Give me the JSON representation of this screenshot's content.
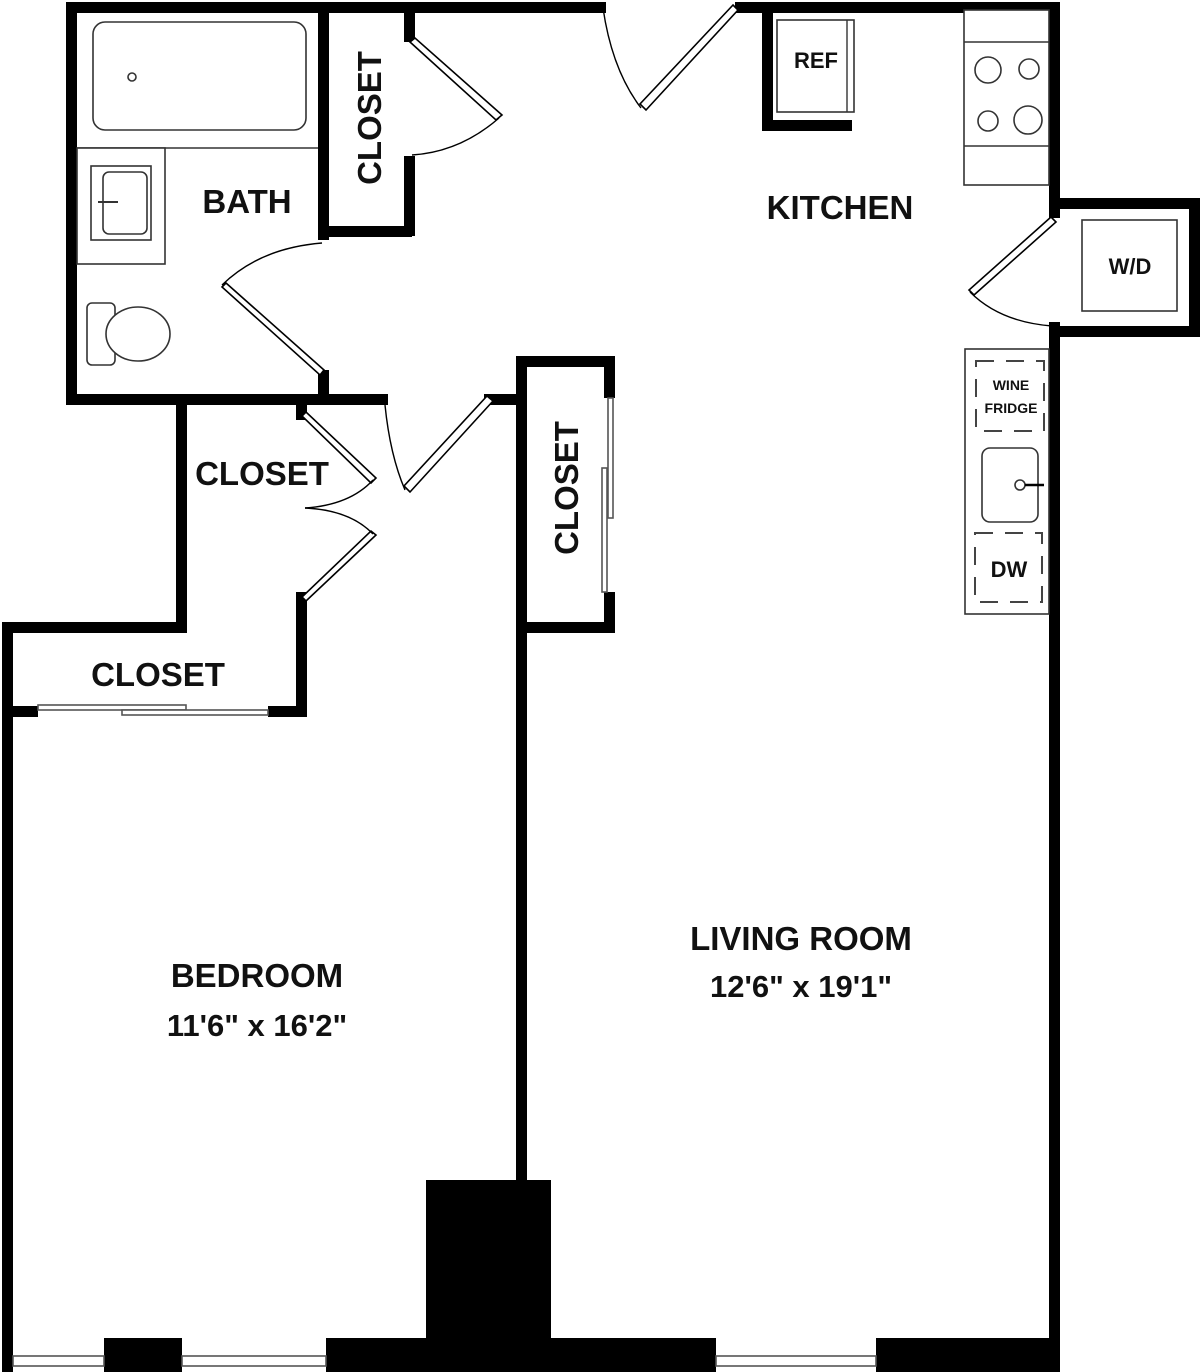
{
  "floor_plan": {
    "rooms": [
      {
        "id": "bath",
        "label": "BATH"
      },
      {
        "id": "kitchen",
        "label": "KITCHEN"
      },
      {
        "id": "bedroom",
        "label": "BEDROOM",
        "dimensions": "11'6\" x 16'2\""
      },
      {
        "id": "living-room",
        "label": "LIVING ROOM",
        "dimensions": "12'6\" x 19'1\""
      }
    ],
    "closets": [
      {
        "id": "closet-hall",
        "label": "CLOSET",
        "orientation": "vertical"
      },
      {
        "id": "closet-bedroom-walkin",
        "label": "CLOSET",
        "orientation": "horizontal"
      },
      {
        "id": "closet-bedroom-reachin",
        "label": "CLOSET",
        "orientation": "horizontal"
      },
      {
        "id": "closet-living",
        "label": "CLOSET",
        "orientation": "vertical"
      }
    ],
    "appliances": [
      {
        "id": "refrigerator",
        "label": "REF"
      },
      {
        "id": "washer-dryer",
        "label": "W/D"
      },
      {
        "id": "wine-fridge",
        "label": "WINE FRIDGE",
        "lines": [
          "WINE",
          "FRIDGE"
        ]
      },
      {
        "id": "dishwasher",
        "label": "DW"
      }
    ]
  }
}
